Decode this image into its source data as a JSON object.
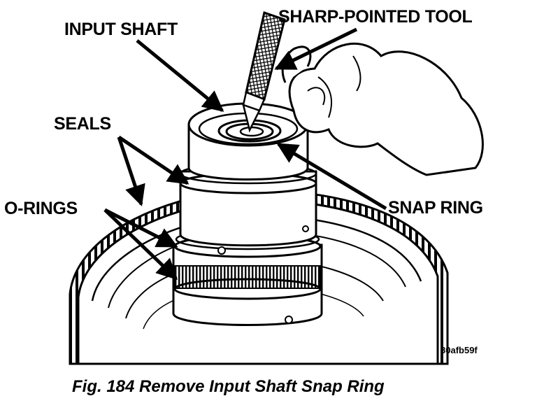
{
  "labels": {
    "input_shaft": "INPUT SHAFT",
    "sharp_pointed_tool": "SHARP-POINTED TOOL",
    "seals": "SEALS",
    "o_rings": "O-RINGS",
    "snap_ring": "SNAP RING"
  },
  "image_code": "80afb59f",
  "caption": "Fig. 184 Remove Input Shaft Snap Ring",
  "colors": {
    "ink": "#000000",
    "paper": "#ffffff"
  }
}
